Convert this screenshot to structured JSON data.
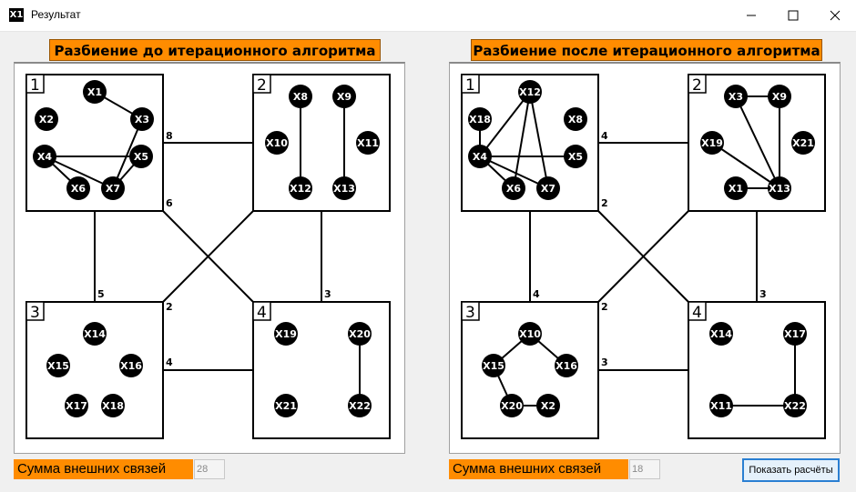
{
  "window": {
    "title": "Результат",
    "icon_text": "X1",
    "icon": "app-icon"
  },
  "controls": {
    "minimize_icon": "minimize-icon",
    "maximize_icon": "maximize-icon",
    "close_icon": "close-icon"
  },
  "panels": [
    {
      "title": "Разбиение до итерационного алгоритма",
      "sum_label": "Сумма внешних связей",
      "sum_value": "28",
      "groups": [
        {
          "label": "1",
          "nodes": [
            "X1",
            "X2",
            "X3",
            "X4",
            "X5",
            "X6",
            "X7"
          ],
          "edges": [
            [
              "X1",
              "X3"
            ],
            [
              "X3",
              "X7"
            ],
            [
              "X4",
              "X5"
            ],
            [
              "X4",
              "X6"
            ],
            [
              "X4",
              "X7"
            ],
            [
              "X5",
              "X7"
            ]
          ]
        },
        {
          "label": "2",
          "nodes": [
            "X8",
            "X9",
            "X10",
            "X11",
            "X12",
            "X13"
          ],
          "edges": [
            [
              "X8",
              "X12"
            ],
            [
              "X9",
              "X13"
            ]
          ]
        },
        {
          "label": "3",
          "nodes": [
            "X14",
            "X15",
            "X16",
            "X17",
            "X18"
          ],
          "edges": []
        },
        {
          "label": "4",
          "nodes": [
            "X19",
            "X20",
            "X21",
            "X22"
          ],
          "edges": [
            [
              "X20",
              "X22"
            ]
          ]
        }
      ],
      "links": [
        {
          "from": "1",
          "to": "2",
          "weight": "8"
        },
        {
          "from": "1",
          "to": "4",
          "weight": "6"
        },
        {
          "from": "1",
          "to": "3",
          "weight": "5"
        },
        {
          "from": "3",
          "to": "2",
          "weight": "2"
        },
        {
          "from": "2",
          "to": "4",
          "weight": "3"
        },
        {
          "from": "3",
          "to": "4",
          "weight": "4"
        }
      ]
    },
    {
      "title": "Разбиение после итерационного алгоритма",
      "sum_label": "Сумма внешних связей",
      "sum_value": "18",
      "groups": [
        {
          "label": "1",
          "nodes": [
            "X12",
            "X18",
            "X8",
            "X4",
            "X5",
            "X6",
            "X7"
          ],
          "edges": [
            [
              "X12",
              "X6"
            ],
            [
              "X12",
              "X7"
            ],
            [
              "X12",
              "X4"
            ],
            [
              "X18",
              "X4"
            ],
            [
              "X4",
              "X5"
            ],
            [
              "X4",
              "X6"
            ],
            [
              "X4",
              "X7"
            ]
          ]
        },
        {
          "label": "2",
          "nodes": [
            "X3",
            "X9",
            "X19",
            "X21",
            "X1",
            "X13"
          ],
          "edges": [
            [
              "X3",
              "X9"
            ],
            [
              "X3",
              "X13"
            ],
            [
              "X9",
              "X13"
            ],
            [
              "X19",
              "X13"
            ],
            [
              "X1",
              "X13"
            ]
          ]
        },
        {
          "label": "3",
          "nodes": [
            "X10",
            "X15",
            "X16",
            "X20",
            "X2"
          ],
          "edges": [
            [
              "X10",
              "X15"
            ],
            [
              "X10",
              "X16"
            ],
            [
              "X15",
              "X20"
            ],
            [
              "X20",
              "X2"
            ]
          ]
        },
        {
          "label": "4",
          "nodes": [
            "X14",
            "X17",
            "X11",
            "X22"
          ],
          "edges": [
            [
              "X17",
              "X22"
            ],
            [
              "X11",
              "X22"
            ]
          ]
        }
      ],
      "links": [
        {
          "from": "1",
          "to": "2",
          "weight": "4"
        },
        {
          "from": "1",
          "to": "4",
          "weight": "2"
        },
        {
          "from": "1",
          "to": "3",
          "weight": "4"
        },
        {
          "from": "3",
          "to": "2",
          "weight": "2"
        },
        {
          "from": "2",
          "to": "4",
          "weight": "3"
        },
        {
          "from": "3",
          "to": "4",
          "weight": "3"
        }
      ]
    }
  ],
  "show_button": "Показать расчёты"
}
